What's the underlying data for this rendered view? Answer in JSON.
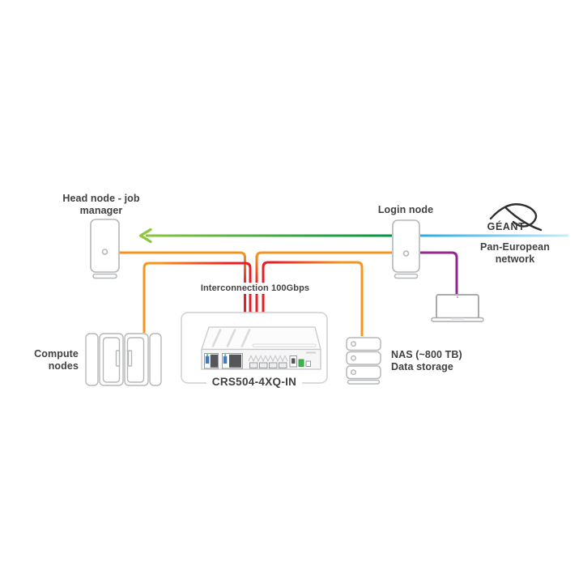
{
  "diagram": {
    "nodes": {
      "head_node": {
        "label_line1": "Head node - job",
        "label_line2": "manager"
      },
      "login_node": {
        "label": "Login node"
      },
      "compute_nodes": {
        "label_line1": "Compute",
        "label_line2": "nodes"
      },
      "nas": {
        "label_line1": "NAS (~800 TB)",
        "label_line2": "Data storage"
      },
      "switch": {
        "label": "CRS504-4XQ-IN"
      },
      "geant": {
        "label": "GÉANT"
      },
      "pan_european_network": {
        "label_line1": "Pan-European",
        "label_line2": "network"
      }
    },
    "interconnection": {
      "label": "Interconnection 100Gbps",
      "line_count": 4
    },
    "links": [
      {
        "from": "switch",
        "to": "head_node",
        "color": "orange"
      },
      {
        "from": "switch",
        "to": "login_node",
        "color": "orange"
      },
      {
        "from": "switch",
        "to": "compute_nodes",
        "color": "orange-red"
      },
      {
        "from": "switch",
        "to": "nas",
        "color": "orange-red"
      },
      {
        "from": "login_node",
        "to": "head_node",
        "color": "green-gradient",
        "style": "arrow-left"
      },
      {
        "from": "login_node",
        "to": "pan_european_network",
        "color": "blue"
      },
      {
        "from": "login_node",
        "to": "laptop",
        "color": "purple"
      }
    ],
    "colors": {
      "orange": "#F7941E",
      "red": "#EC1C24",
      "green_light": "#8DC63F",
      "green_dark": "#009245",
      "blue": "#29ABE2",
      "purple": "#92278F",
      "text": "#414042",
      "device_outline": "#B5B7B9"
    }
  }
}
